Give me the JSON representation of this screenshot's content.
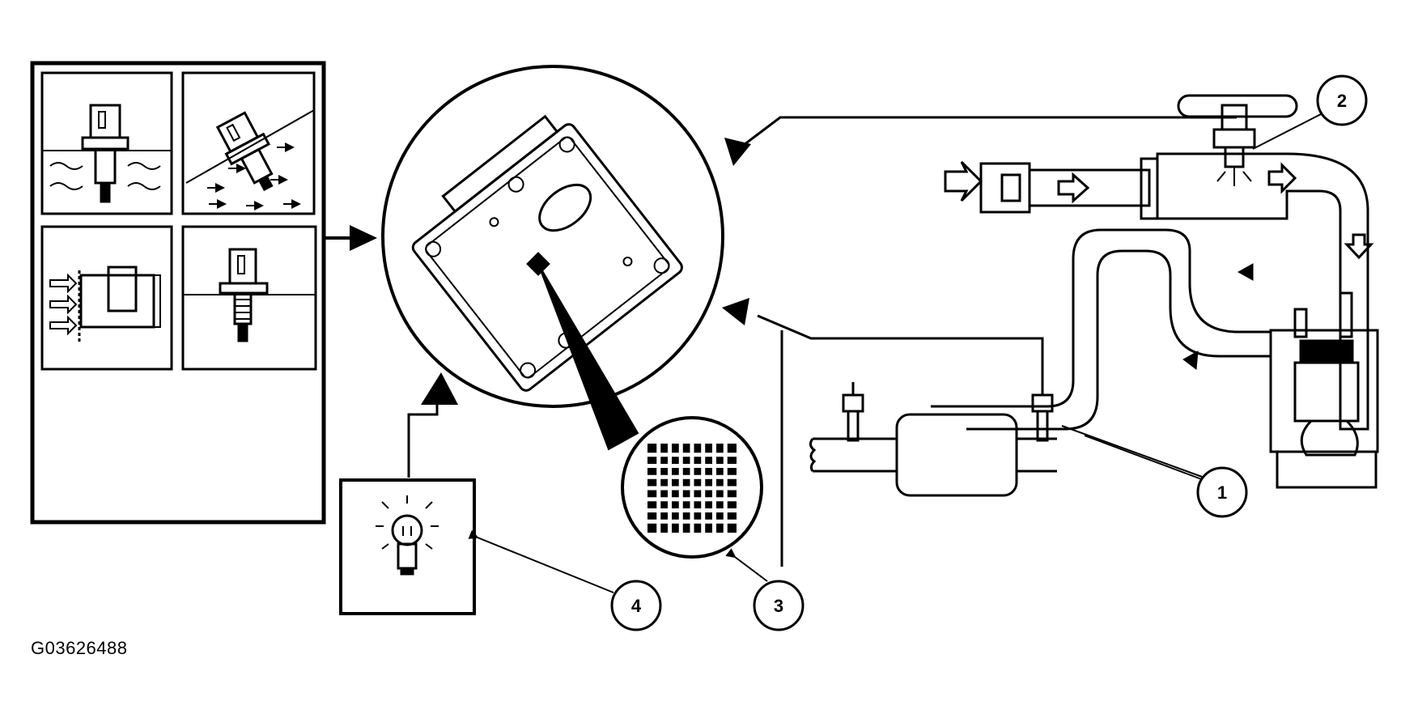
{
  "figure_id": "G03626488",
  "callouts": [
    {
      "number": "1"
    },
    {
      "number": "2"
    },
    {
      "number": "3"
    },
    {
      "number": "4"
    }
  ],
  "colors": {
    "ink": "#000000",
    "paper": "#ffffff"
  },
  "icons": [
    "temperature-sensor-icon",
    "position-sensor-icon",
    "mass-air-flow-sensor-icon",
    "pressure-sensor-icon",
    "warning-lamp-icon",
    "microchip-icon",
    "fuel-injector-icon",
    "oxygen-sensor-icon",
    "engine-cylinder-icon"
  ]
}
